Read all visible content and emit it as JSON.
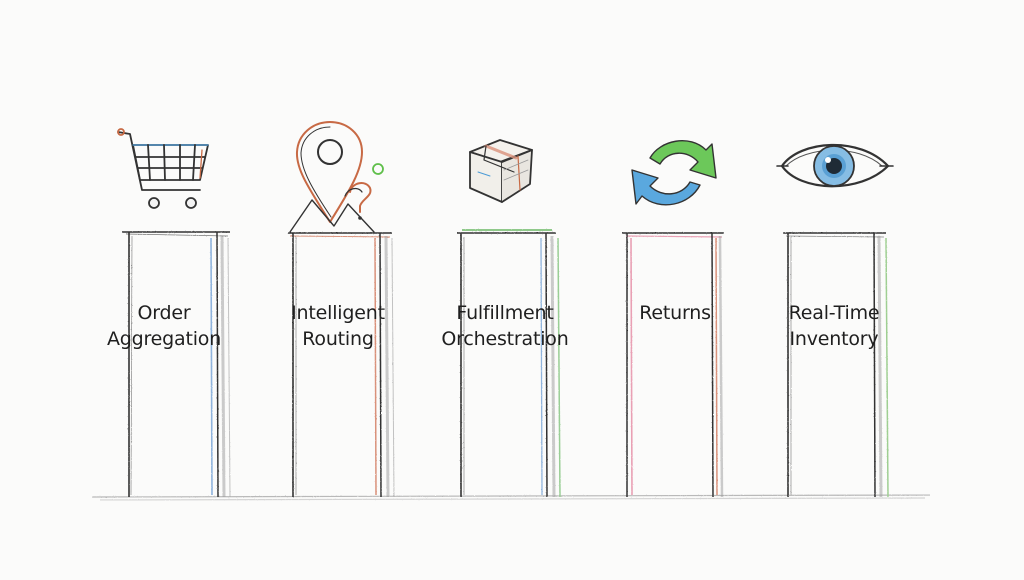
{
  "pillars": [
    {
      "id": "order",
      "lines": [
        "Order",
        "Aggregation"
      ],
      "icon": "shopping-cart-icon",
      "accent": "#8fb3dc"
    },
    {
      "id": "routing",
      "lines": [
        "Intelligent",
        "Routing"
      ],
      "icon": "location-pin-question-icon",
      "accent": "#d9917a"
    },
    {
      "id": "fulfillment",
      "lines": [
        "Fulfillment",
        "Orchestration"
      ],
      "icon": "package-box-icon",
      "accent": "#8fc98a"
    },
    {
      "id": "returns",
      "lines": [
        "Returns"
      ],
      "icon": "refresh-arrows-icon",
      "accent": "#e9a0b4"
    },
    {
      "id": "inventory",
      "lines": [
        "Real-Time",
        "Inventory"
      ],
      "icon": "eye-icon",
      "accent": "#9fcf92"
    }
  ],
  "colors": {
    "ink": "#3a3a3a",
    "text": "#1f1f1f",
    "blue": "#4a9bd6",
    "green": "#5fbf4a",
    "orange": "#c86a45",
    "eye_iris": "#7fb8e0"
  }
}
